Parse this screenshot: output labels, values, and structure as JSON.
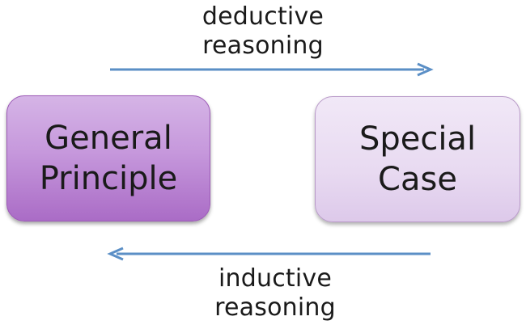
{
  "top_label": {
    "line1": "deductive",
    "line2": "reasoning"
  },
  "bottom_label": {
    "line1": "inductive",
    "line2": "reasoning"
  },
  "boxes": {
    "general": {
      "line1": "General",
      "line2": "Principle"
    },
    "special": {
      "line1": "Special",
      "line2": "Case"
    }
  },
  "colors": {
    "arrow": "#5b8fc6",
    "general_box": "#b987d2",
    "special_box": "#e8daf1"
  }
}
